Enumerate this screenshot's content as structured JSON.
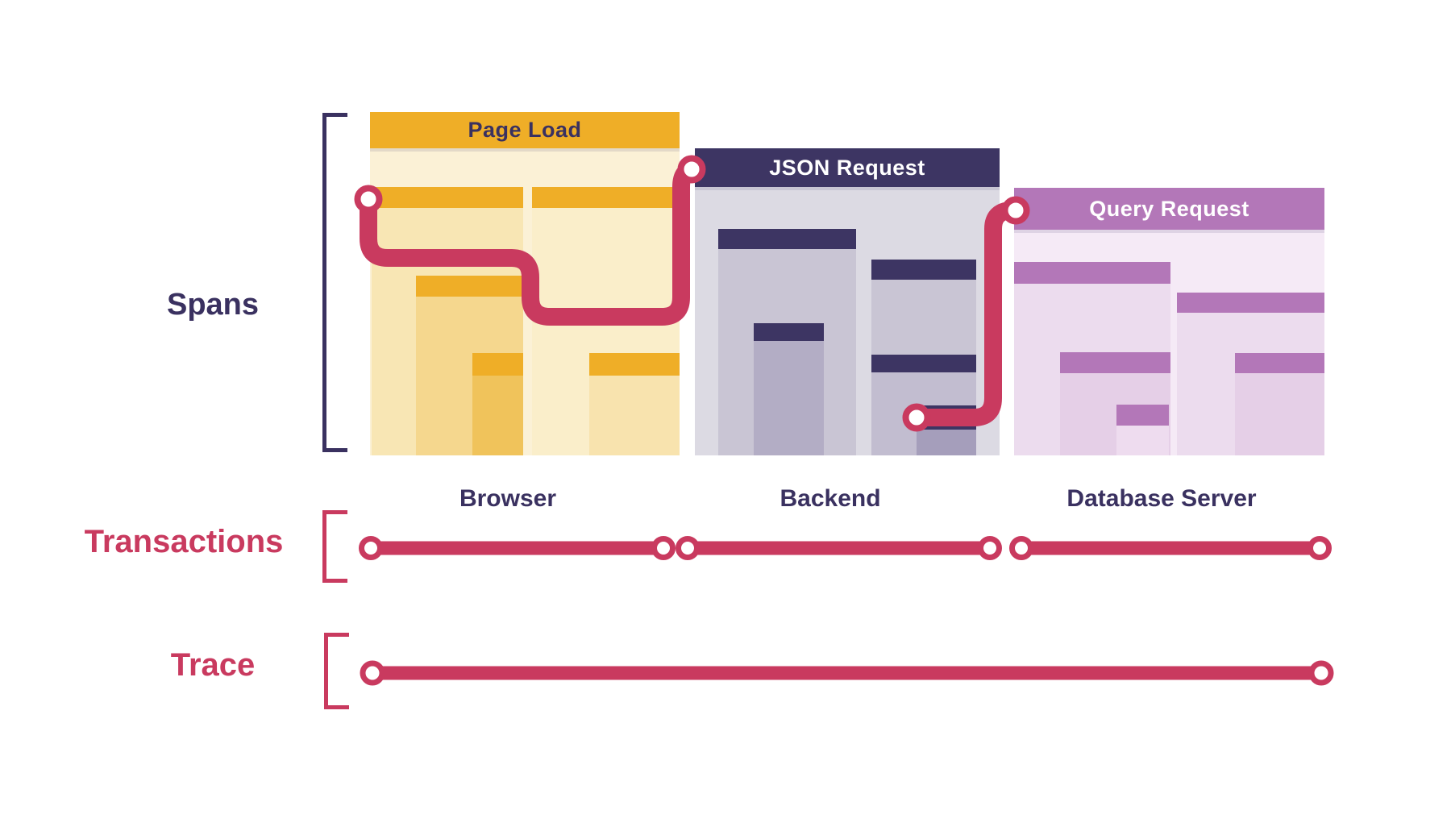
{
  "labels": {
    "spans": "Spans",
    "transactions": "Transactions",
    "trace": "Trace"
  },
  "panels": [
    {
      "id": "page-load",
      "title": "Page Load",
      "service": "Browser"
    },
    {
      "id": "json-request",
      "title": "JSON Request",
      "service": "Backend"
    },
    {
      "id": "query-request",
      "title": "Query Request",
      "service": "Database Server"
    }
  ],
  "colors": {
    "ink": "#3a3160",
    "red": "#c93a5f",
    "gold": "#efae27",
    "navy": "#3d3563",
    "purple": "#b377b8",
    "cream_panel": "#fbf1d6",
    "cream1": "#f8e6b4",
    "cream2": "#f5d78e",
    "cream3": "#f0c35b",
    "cream4": "#faeeca",
    "cream5": "#f8e3ae",
    "gray_panel": "#dcdae3",
    "gray1": "#c9c5d4",
    "gray2": "#b3adc5",
    "gray3": "#a59ebb",
    "gray4": "#c2bdd0",
    "pink_panel": "#f5eaf6",
    "pink1": "#ecdcee",
    "pink2": "#e5cfe7",
    "pink3": "#eedcef"
  }
}
